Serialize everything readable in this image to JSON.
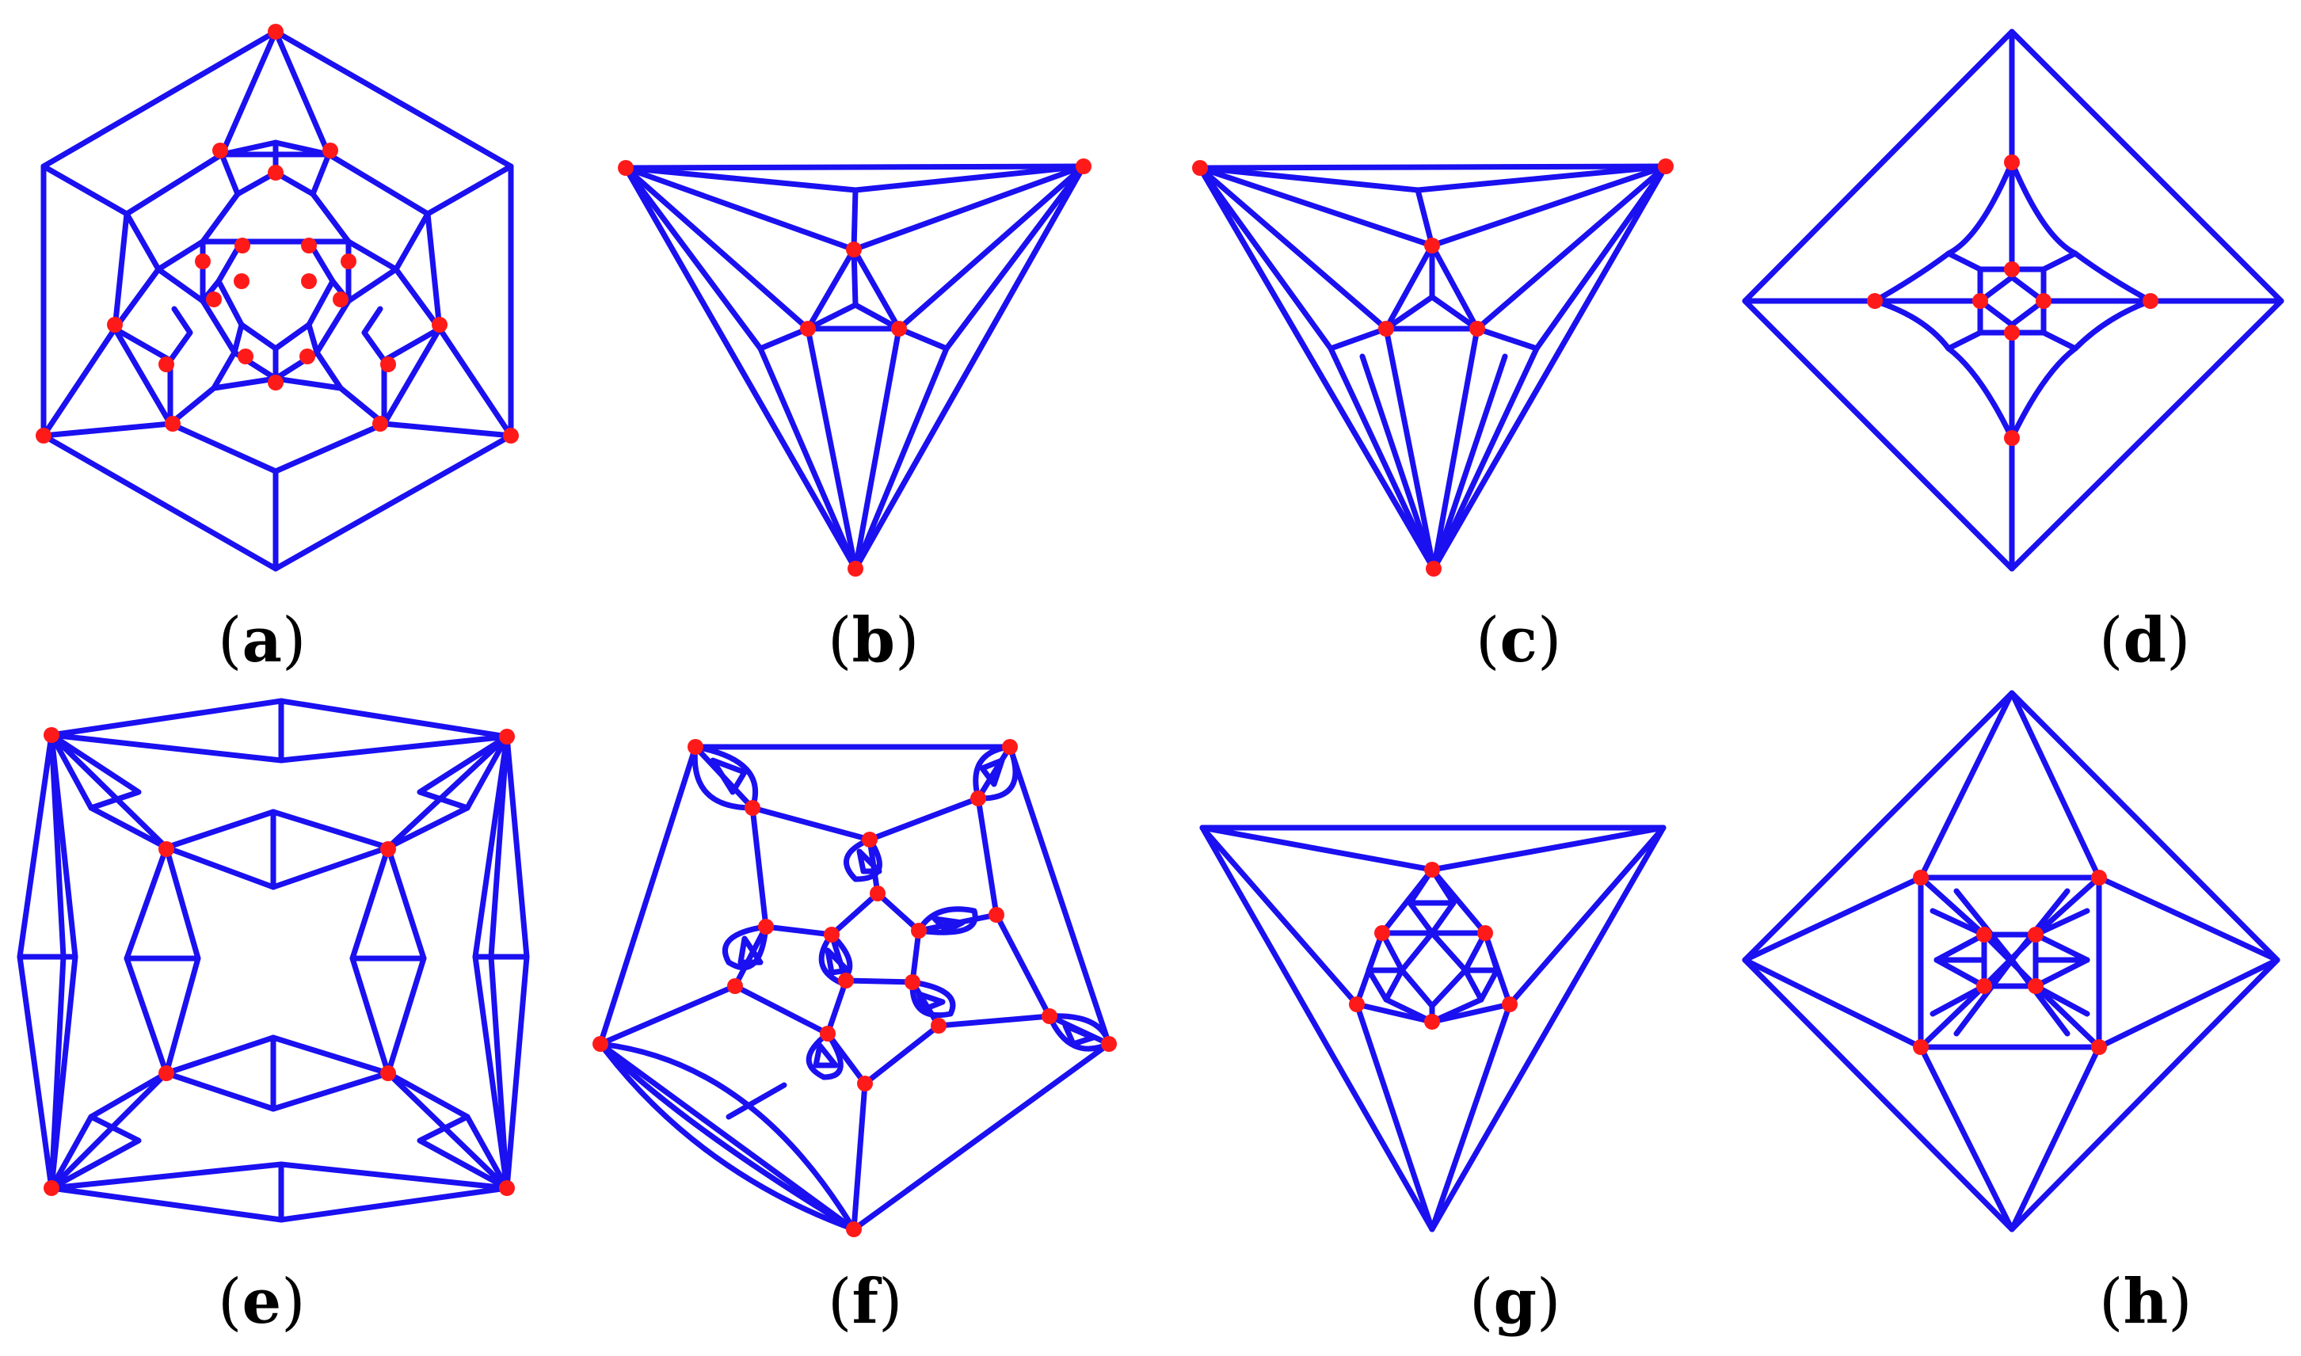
{
  "colors": {
    "edge": "#1a10f0",
    "node": "#ff1a1a",
    "caption": "#000000"
  },
  "panels": [
    {
      "id": "a",
      "caption_open": "(",
      "caption_letter": "a",
      "caption_close": ")"
    },
    {
      "id": "b",
      "caption_open": "(",
      "caption_letter": "b",
      "caption_close": ")"
    },
    {
      "id": "c",
      "caption_open": "(",
      "caption_letter": "c",
      "caption_close": ")"
    },
    {
      "id": "d",
      "caption_open": "(",
      "caption_letter": "d",
      "caption_close": ")"
    },
    {
      "id": "e",
      "caption_open": "(",
      "caption_letter": "e",
      "caption_close": ")"
    },
    {
      "id": "f",
      "caption_open": "(",
      "caption_letter": "f",
      "caption_close": ")"
    },
    {
      "id": "g",
      "caption_open": "(",
      "caption_letter": "g",
      "caption_close": ")"
    },
    {
      "id": "h",
      "caption_open": "(",
      "caption_letter": "h",
      "caption_close": ")"
    }
  ]
}
